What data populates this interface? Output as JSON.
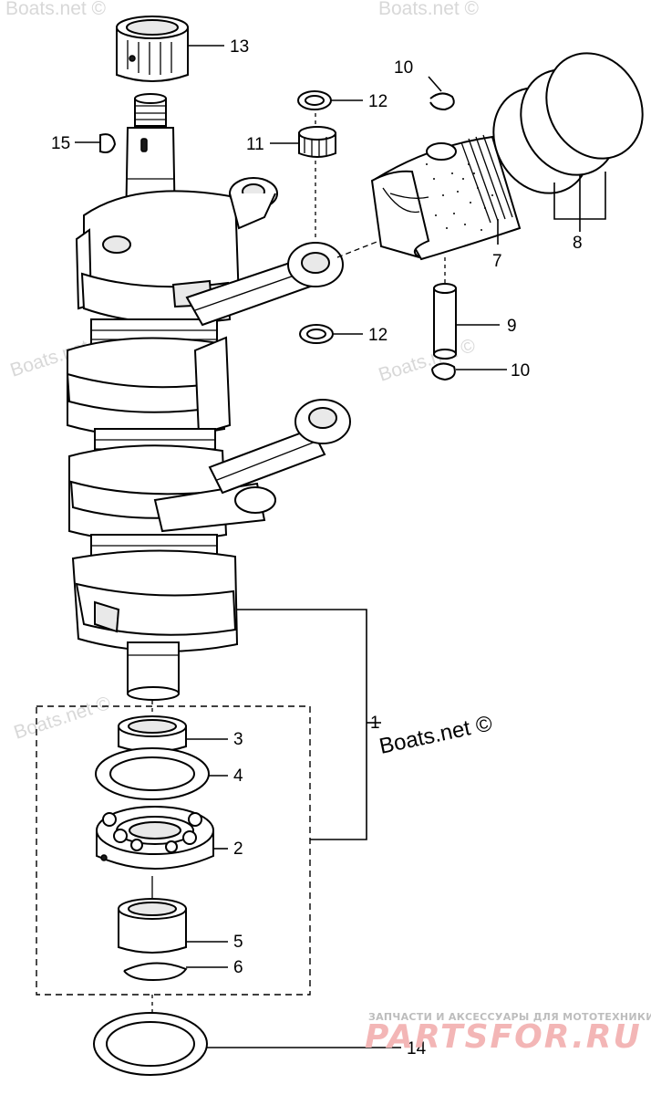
{
  "callouts": [
    "1",
    "2",
    "3",
    "4",
    "5",
    "6",
    "7",
    "8",
    "9",
    "10",
    "10",
    "11",
    "12",
    "12",
    "13",
    "14",
    "15"
  ],
  "watermark": "Boats.net ©",
  "banner": {
    "tagline": "ЗАПЧАСТИ И АКСЕССУАРЫ ДЛЯ МОТОТЕХНИКИ",
    "brand": "PARTSFOR.RU"
  },
  "colors": {
    "line": "#000000",
    "watermark": "#d8d8d8",
    "brand": "#f3b6b6"
  }
}
